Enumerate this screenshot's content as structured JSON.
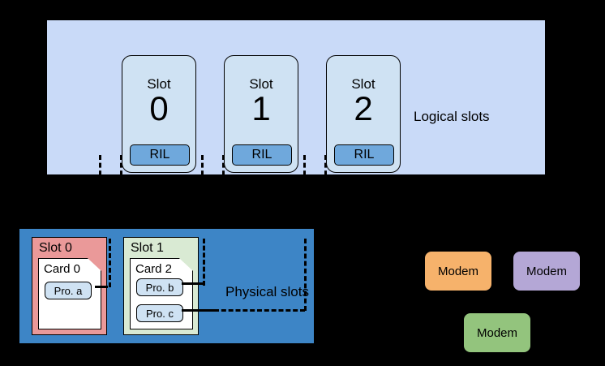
{
  "diagram": {
    "logical": {
      "region_label": "Logical slots",
      "panel_color": "#c9daf8",
      "slots": [
        {
          "word": "Slot",
          "number": "0",
          "ril_label": "RIL"
        },
        {
          "word": "Slot",
          "number": "1",
          "ril_label": "RIL"
        },
        {
          "word": "Slot",
          "number": "2",
          "ril_label": "RIL"
        }
      ],
      "ril_color": "#6fa8dc",
      "slot_card_color": "#cfe2f3"
    },
    "physical": {
      "region_label": "Physical slots",
      "panel_color": "#3d85c6",
      "slots": [
        {
          "title": "Slot 0",
          "color": "#ea9999",
          "card": {
            "title": "Card 0",
            "profiles": [
              {
                "label": "Pro. a"
              }
            ]
          }
        },
        {
          "title": "Slot 1",
          "color": "#d9ead3",
          "card": {
            "title": "Card 2",
            "profiles": [
              {
                "label": "Pro. b"
              },
              {
                "label": "Pro. c"
              }
            ]
          }
        }
      ],
      "profile_color": "#cfe2f3",
      "card_color": "#ffffff"
    },
    "modems": [
      {
        "label": "Modem",
        "color": "#f6b26b"
      },
      {
        "label": "Modem",
        "color": "#b4a7d6"
      },
      {
        "label": "Modem",
        "color": "#93c47d"
      }
    ],
    "background": "#000000"
  }
}
